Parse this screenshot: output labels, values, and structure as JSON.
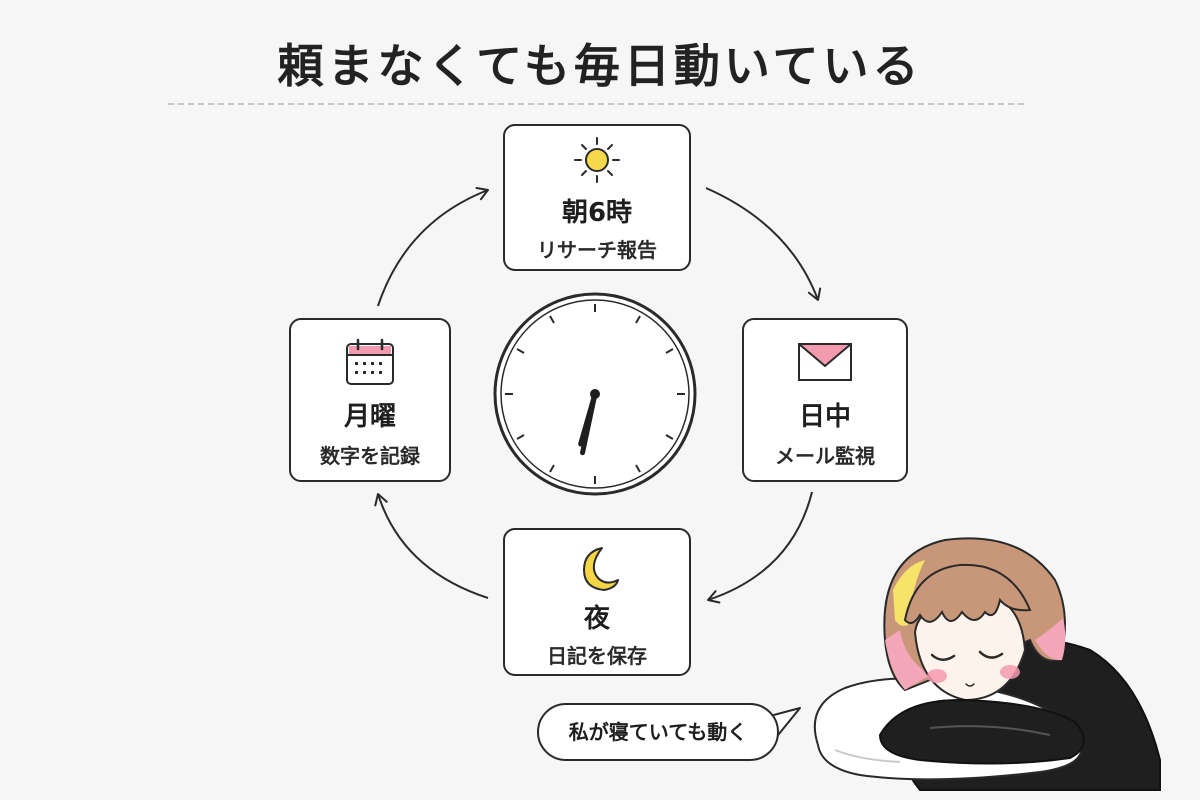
{
  "title": "頼まなくても毎日動いている",
  "cycle": [
    {
      "id": "morning",
      "time_label": "朝6時",
      "task_label": "リサーチ報告",
      "icon": "sun-icon"
    },
    {
      "id": "day",
      "time_label": "日中",
      "task_label": "メール監視",
      "icon": "envelope-icon"
    },
    {
      "id": "night",
      "time_label": "夜",
      "task_label": "日記を保存",
      "icon": "moon-icon"
    },
    {
      "id": "monday",
      "time_label": "月曜",
      "task_label": "数字を記録",
      "icon": "calendar-icon"
    }
  ],
  "clock": {
    "hour": 6,
    "minute": 32
  },
  "speech_bubble": "私が寝ていても動く",
  "colors": {
    "sun": "#f7d94c",
    "moon": "#f5d547",
    "envelope_flap": "#f29aae",
    "calendar_top": "#f29aae",
    "hair_pink": "#f4a7b9",
    "hair_yellow": "#f7e36a",
    "cheek": "#f49aae"
  }
}
